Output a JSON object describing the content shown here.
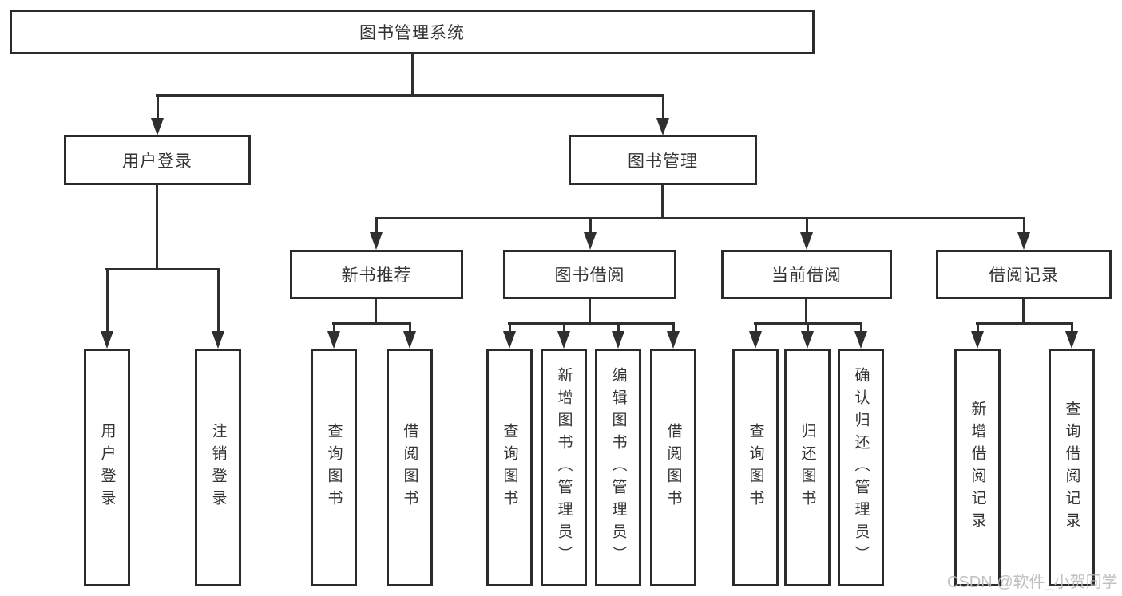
{
  "colors": {
    "line": "#2f2f2f",
    "box_border": "#2b2b2b",
    "box_fill": "#ffffff",
    "text": "#333333",
    "watermark": "#b9b9b9"
  },
  "tree": {
    "root": "图书管理系统",
    "branches": [
      {
        "label": "用户登录",
        "children": [
          "用户登录",
          "注销登录"
        ]
      },
      {
        "label": "图书管理",
        "sections": [
          {
            "label": "新书推荐",
            "children": [
              "查询图书",
              "借阅图书"
            ]
          },
          {
            "label": "图书借阅",
            "children": [
              "查询图书",
              "新增图书（管理员）",
              "编辑图书（管理员）",
              "借阅图书"
            ]
          },
          {
            "label": "当前借阅",
            "children": [
              "查询图书",
              "归还图书",
              "确认归还（管理员）"
            ]
          },
          {
            "label": "借阅记录",
            "children": [
              "新增借阅记录",
              "查询借阅记录"
            ]
          }
        ]
      }
    ]
  },
  "watermark": {
    "text": "CSDN @软件_小贺同学"
  }
}
